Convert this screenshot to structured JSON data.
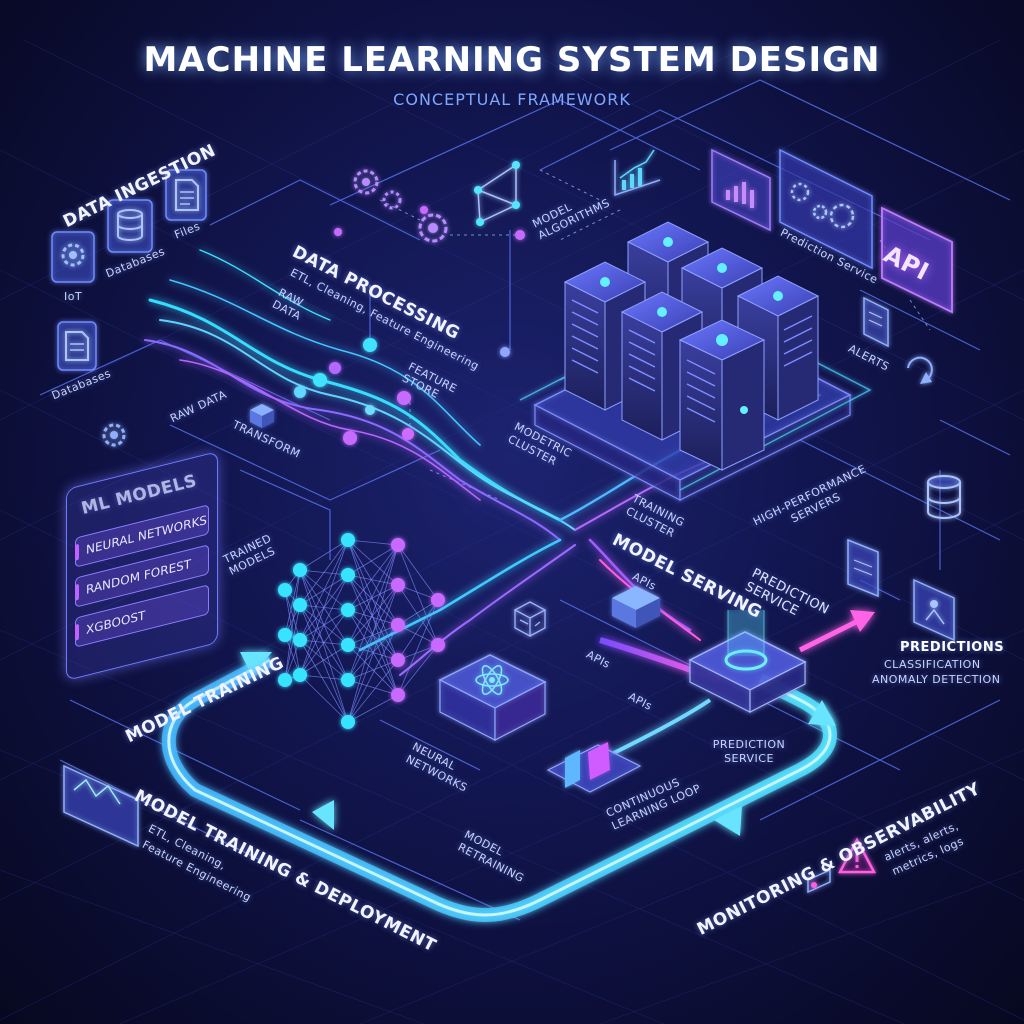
{
  "header": {
    "title": "MACHINE LEARNING SYSTEM DESIGN",
    "subtitle": "CONCEPTUAL FRAMEWORK"
  },
  "data_ingestion": {
    "title": "DATA INGESTION",
    "iot": "IoT",
    "databases_top": "Databases",
    "files": "Files",
    "databases_left": "Databases"
  },
  "data_processing": {
    "title": "DATA PROCESSING",
    "subtitle": "ETL, Cleaning, Feature Engineering",
    "raw_data_inner": "RAW DATA",
    "feature_store": "FEATURE STORE",
    "raw_data": "RAW DATA",
    "transform": "TRANSFORM"
  },
  "cluster": {
    "model_algorithms": "MODEL ALGORITHMS",
    "modetric_cluster": "MODETRIC CLUSTER",
    "training_cluster": "TRAINING CLUSTER",
    "high_performance": "HIGH-PERFORMANCE SERVERS"
  },
  "prediction_service_top": {
    "label": "Prediction Service",
    "api": "API",
    "alerts": "ALERTS"
  },
  "ml_models": {
    "title": "ML MODELS",
    "items": [
      "NEURAL NETWORKS",
      "RANDOM FOREST",
      "XGBOOST"
    ],
    "trained_models": "TRAINED MODELS"
  },
  "model_training": {
    "label": "MODEL TRAINING"
  },
  "model_serving": {
    "title": "MODEL SERVING",
    "apis": "APIs",
    "prediction_service": "PREDICTION SERVICE"
  },
  "center": {
    "apis_1": "APIs",
    "apis_2": "APIs",
    "neural_networks": "NEURAL NETWORKS",
    "continuous": "CONTINUOUS LEARNING LOOP",
    "prediction_service": "PREDICTION SERVICE",
    "model_retraining": "MODEL RETRAINING"
  },
  "predictions": {
    "title": "PREDICTIONS",
    "line1": "CLASSIFICATION",
    "line2": "ANOMALY DETECTION"
  },
  "deployment": {
    "title": "MODEL TRAINING & DEPLOYMENT",
    "line1": "ETL, Cleaning,",
    "line2": "Feature Engineering"
  },
  "monitoring": {
    "title": "MONITORING & OBSERVABILITY",
    "line1": "alerts, alerts,",
    "line2": "metrics, logs"
  },
  "colors": {
    "cyan": "#33e0ff",
    "violet": "#c062ff",
    "magenta": "#ff59d8",
    "blue": "#4f7dff",
    "background": "#0b0d33"
  }
}
